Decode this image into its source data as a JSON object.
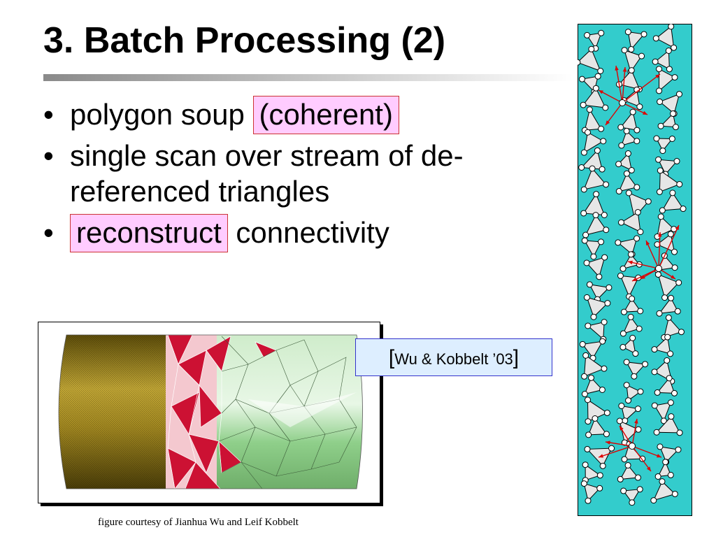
{
  "slide": {
    "title": "3. Batch Processing (2)",
    "bullets": [
      {
        "marker": "•",
        "text": "polygon soup",
        "highlight": "(coherent)"
      },
      {
        "marker": "•",
        "text": "single scan over stream of de-referenced triangles"
      },
      {
        "marker": "•",
        "highlight": "reconstruct",
        "text": "connectivity"
      }
    ],
    "citation": {
      "open": "[",
      "text": "Wu & Kobbelt ’03",
      "close": "]"
    },
    "caption": "figure courtesy of Jianhua Wu and Leif Kobbelt"
  },
  "colors": {
    "highlight_fill": "#ffccff",
    "highlight_border": "#cc3333",
    "citation_fill": "#ddeeff",
    "citation_border": "#3333cc",
    "soup_background": "#33cccc",
    "arrow": "#dd0000",
    "mesh_gold": "#a08a1e",
    "mesh_red": "#cc1133",
    "mesh_green": "#8fcf8a"
  }
}
